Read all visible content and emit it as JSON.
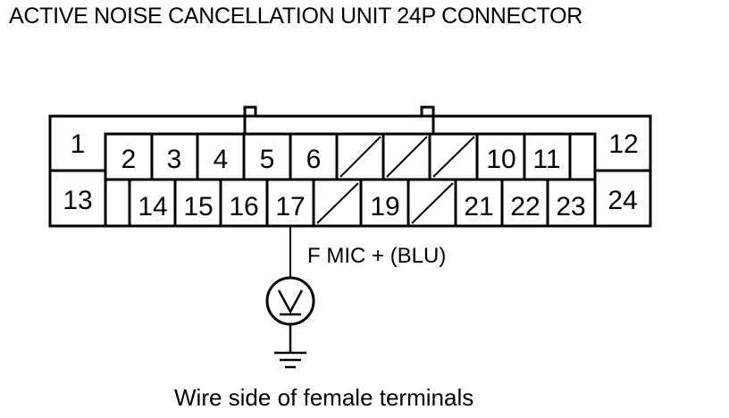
{
  "title": "ACTIVE NOISE CANCELLATION UNIT 24P CONNECTOR",
  "caption": "Wire side of female terminals",
  "connector": {
    "pins": [
      "1",
      "2",
      "3",
      "4",
      "5",
      "6",
      "10",
      "11",
      "12",
      "13",
      "14",
      "15",
      "16",
      "17",
      "19",
      "21",
      "22",
      "23",
      "24"
    ]
  },
  "wire": {
    "label": "F MIC +  (BLU)",
    "meter_icon": "voltmeter-icon",
    "ground_icon": "ground-icon"
  }
}
